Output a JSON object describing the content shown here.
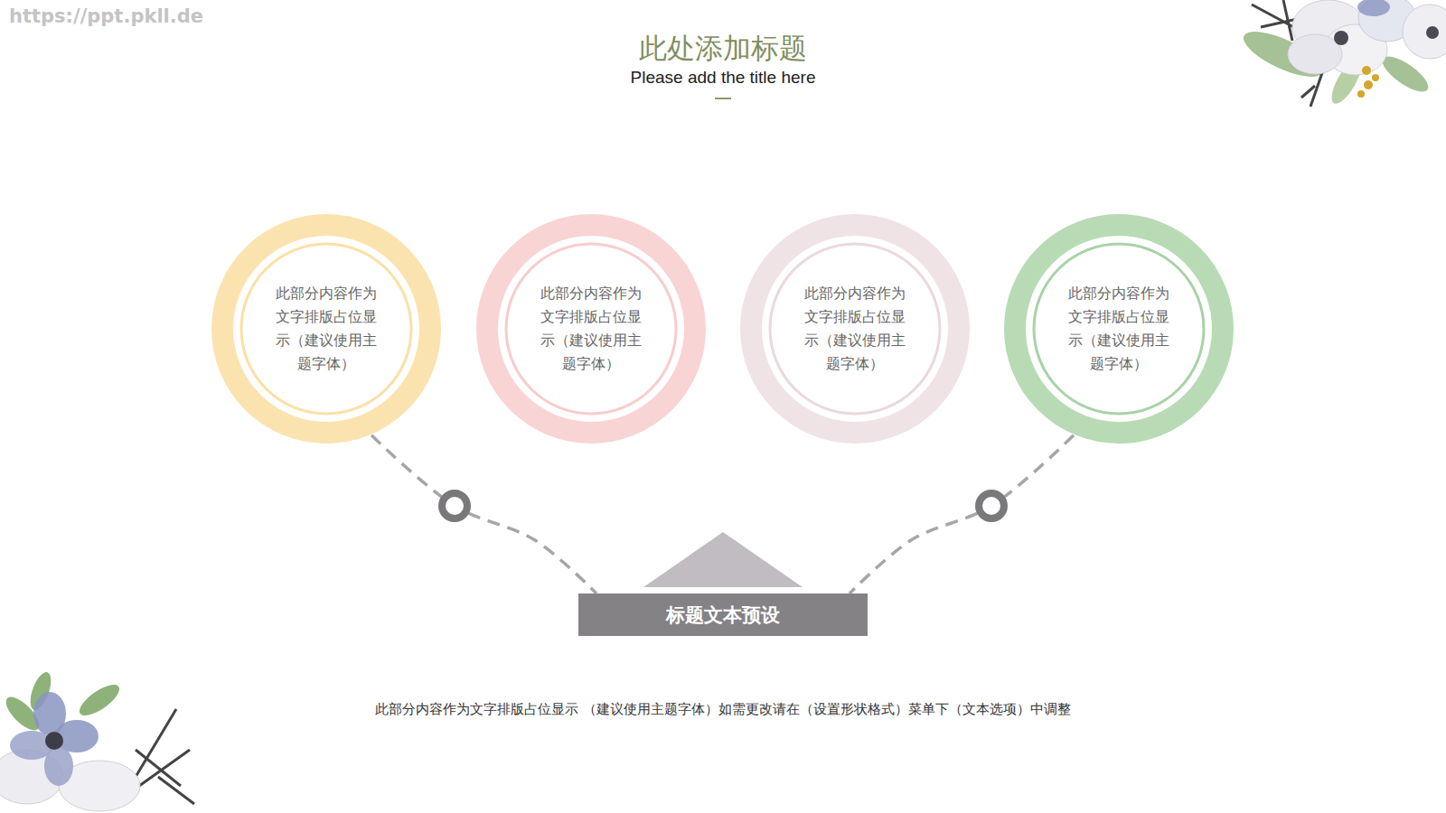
{
  "diagram": {
    "title": "此处添加标题",
    "nodes": [
      {
        "text": [
          "此部分内容作为 文字排版占位显 示（建议使用主 题字体）"
        ]
      },
      {
        "text": [
          "此部分内容作为 文字排版占位显 示（建议使用主 题字体）"
        ]
      },
      {
        "text": [
          "此部分内容作为 文字排版占位显 示（建议使用主 题字体）"
        ]
      },
      {
        "text": [
          "此部分内容作为 文字排版占位显 示（建议使用主 题字体）"
        ]
      },
      {
        "text": [
          "标题文本预设"
        ]
      }
    ],
    "edges": [
      {
        "from": 0,
        "to": 4,
        "arrow": "none"
      },
      {
        "from": 3,
        "to": 4,
        "arrow": "none"
      }
    ],
    "labels": [
      "https://ppt.pkll.de",
      "Please add the title here",
      "此部分内容作为文字排版占位显示 （建议使用主题字体）如需更改请在（设置形状格式）菜单下（文本选项）中调整"
    ]
  }
}
